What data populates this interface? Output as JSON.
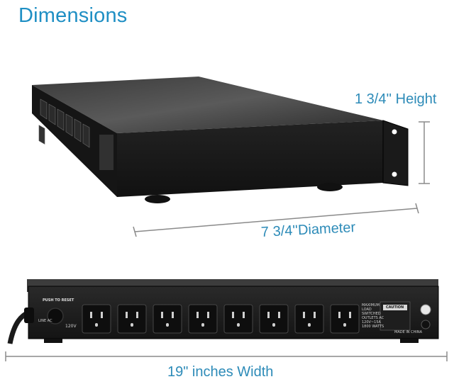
{
  "header": {
    "title": "Dimensions"
  },
  "dimensions": {
    "height_label": "1 3/4'' Height",
    "depth_label": "7 3/4''Diameter",
    "width_label": "19\" inches Width"
  },
  "back_panel": {
    "reset_label": "PUSH TO RESET",
    "line_label": "LINE AC",
    "voltage_label": "120V",
    "outlet_count": 8,
    "spec_lines": [
      "MAXIMUM",
      "LOAD",
      "SWITCHED",
      "OUTLETS AC",
      "120V~15A",
      "1800 WATTS"
    ],
    "caution_label": "CAUTION",
    "made_in": "MADE IN CHINA"
  },
  "colors": {
    "accent": "#2d8bb8",
    "title": "#1f8fc4",
    "chassis": "#1b1b1b",
    "dimension_line": "#8a8a8a"
  }
}
